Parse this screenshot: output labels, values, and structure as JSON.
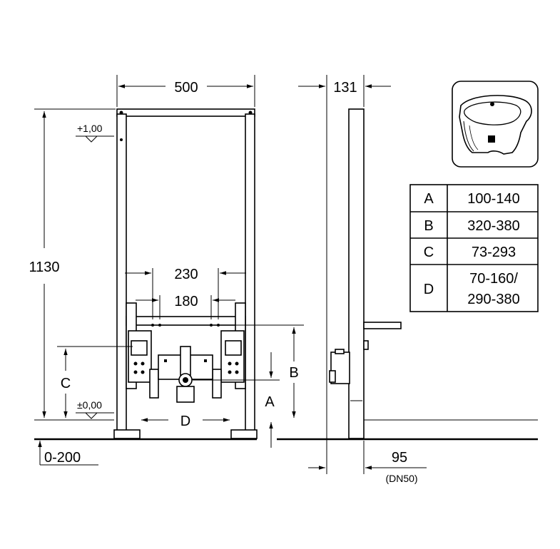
{
  "dimensions": {
    "width_top": "500",
    "depth_top": "131",
    "height_total": "1130",
    "level_top": "+1,00",
    "level_floor": "±0,00",
    "spacing_outer": "230",
    "spacing_inner": "180",
    "label_a": "A",
    "label_b": "B",
    "label_c": "C",
    "label_d": "D",
    "floor_adjust": "0-200",
    "wall_offset": "95",
    "pipe_size": "(DN50)"
  },
  "table": {
    "rows": [
      {
        "key": "A",
        "value": "100-140"
      },
      {
        "key": "B",
        "value": "320-380"
      },
      {
        "key": "C",
        "value": "73-293"
      },
      {
        "key": "D",
        "value_line1": "70-160/",
        "value_line2": "290-380"
      }
    ]
  },
  "icons": {
    "bidet_illustration": "bidet-icon"
  }
}
